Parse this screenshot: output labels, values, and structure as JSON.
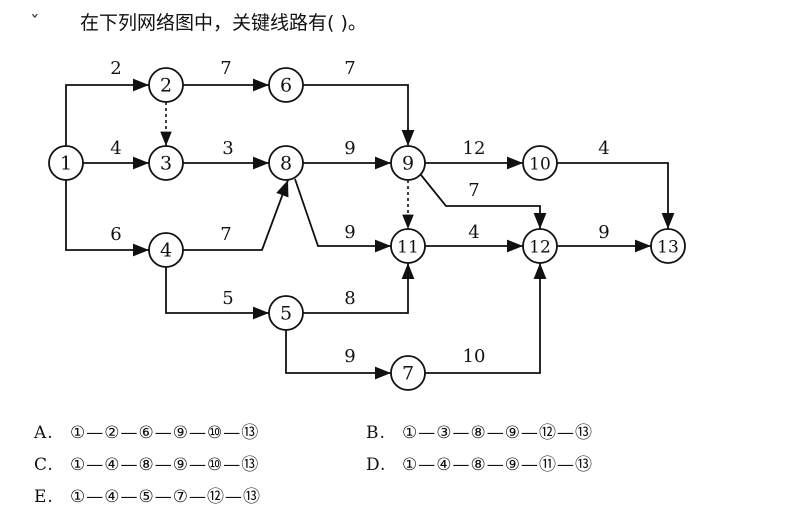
{
  "question": {
    "marker": "ˇ",
    "text": "在下列网络图中，关键线路有( )。"
  },
  "nodes": [
    {
      "id": "1",
      "label": "1"
    },
    {
      "id": "2",
      "label": "2"
    },
    {
      "id": "3",
      "label": "3"
    },
    {
      "id": "4",
      "label": "4"
    },
    {
      "id": "5",
      "label": "5"
    },
    {
      "id": "6",
      "label": "6"
    },
    {
      "id": "7",
      "label": "7"
    },
    {
      "id": "8",
      "label": "8"
    },
    {
      "id": "9",
      "label": "9"
    },
    {
      "id": "10",
      "label": "10"
    },
    {
      "id": "11",
      "label": "11"
    },
    {
      "id": "12",
      "label": "12"
    },
    {
      "id": "13",
      "label": "13"
    }
  ],
  "edges": [
    {
      "from": "1",
      "to": "2",
      "duration": "2"
    },
    {
      "from": "1",
      "to": "3",
      "duration": "4"
    },
    {
      "from": "1",
      "to": "4",
      "duration": "6"
    },
    {
      "from": "2",
      "to": "6",
      "duration": "7"
    },
    {
      "from": "2",
      "to": "3",
      "duration": "",
      "dummy": true
    },
    {
      "from": "3",
      "to": "8",
      "duration": "3"
    },
    {
      "from": "4",
      "to": "8",
      "duration": "7"
    },
    {
      "from": "4",
      "to": "5",
      "duration": "5"
    },
    {
      "from": "5",
      "to": "11",
      "duration": "8"
    },
    {
      "from": "5",
      "to": "7",
      "duration": "9"
    },
    {
      "from": "6",
      "to": "9",
      "duration": "7"
    },
    {
      "from": "7",
      "to": "12",
      "duration": "10"
    },
    {
      "from": "8",
      "to": "9",
      "duration": "9"
    },
    {
      "from": "8",
      "to": "11",
      "duration": "9"
    },
    {
      "from": "9",
      "to": "10",
      "duration": "12"
    },
    {
      "from": "9",
      "to": "12",
      "duration": "7"
    },
    {
      "from": "9",
      "to": "11",
      "duration": "",
      "dummy": true
    },
    {
      "from": "10",
      "to": "13",
      "duration": "4"
    },
    {
      "from": "11",
      "to": "12",
      "duration": "4"
    },
    {
      "from": "12",
      "to": "13",
      "duration": "9"
    }
  ],
  "options": [
    {
      "letter": "A.",
      "path": "①—②—⑥—⑨—⑩—⑬"
    },
    {
      "letter": "B.",
      "path": "①—③—⑧—⑨—⑫—⑬"
    },
    {
      "letter": "C.",
      "path": "①—④—⑧—⑨—⑩—⑬"
    },
    {
      "letter": "D.",
      "path": "①—④—⑧—⑨—⑪—⑬"
    },
    {
      "letter": "E.",
      "path": "①—④—⑤—⑦—⑫—⑬"
    }
  ]
}
